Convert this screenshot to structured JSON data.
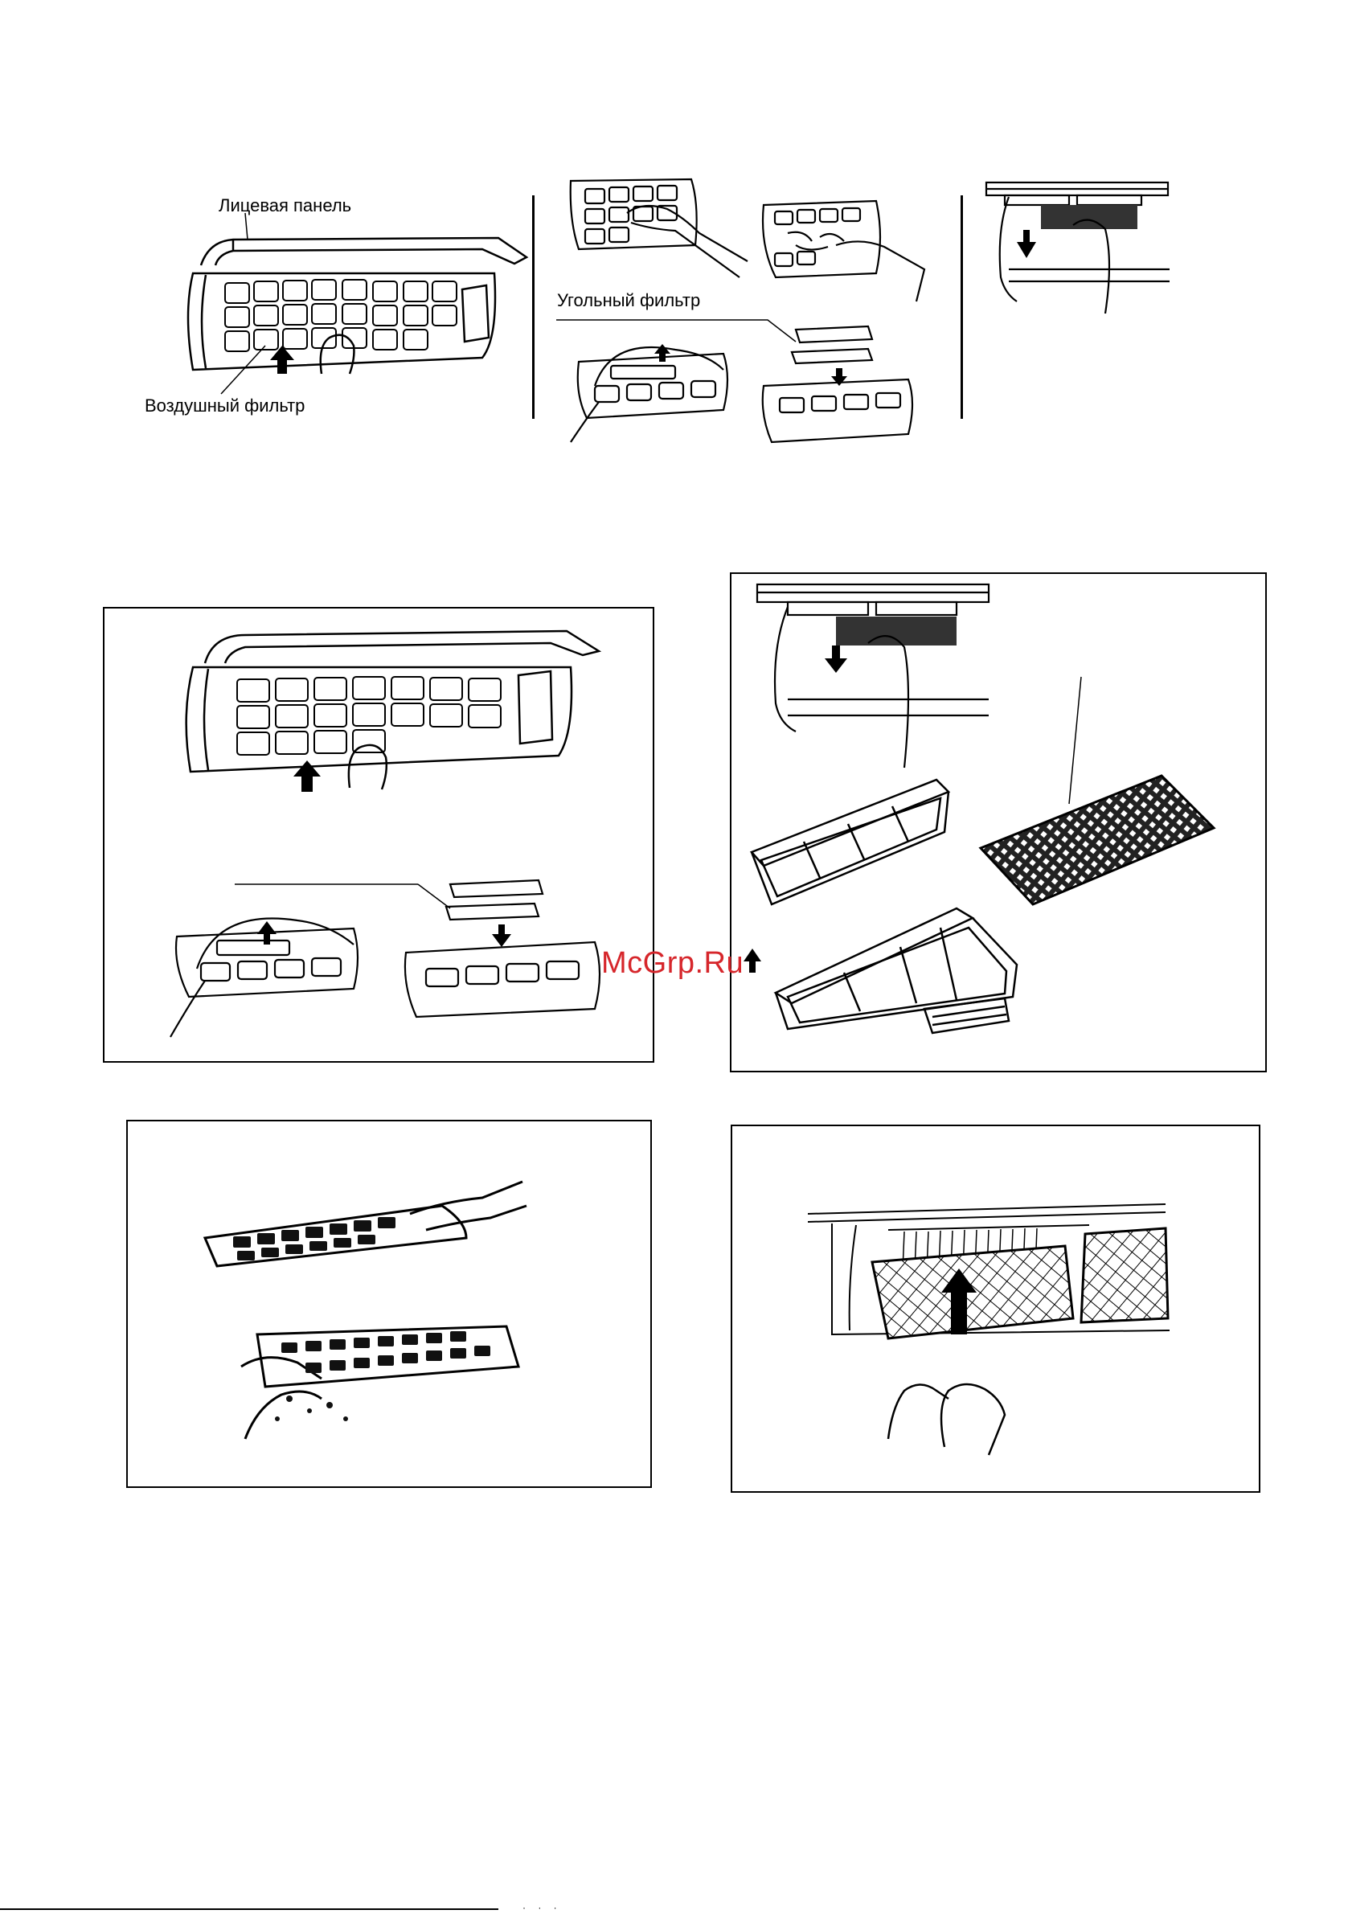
{
  "labels": {
    "front_panel": "Лицевая панель",
    "air_filter": "Воздушный фильтр",
    "carbon_filter": "Угольный фильтр"
  },
  "watermark": {
    "text": "McGrp.Ru",
    "color": "#d6262b"
  },
  "footer": {
    "marks": "· · ·"
  }
}
